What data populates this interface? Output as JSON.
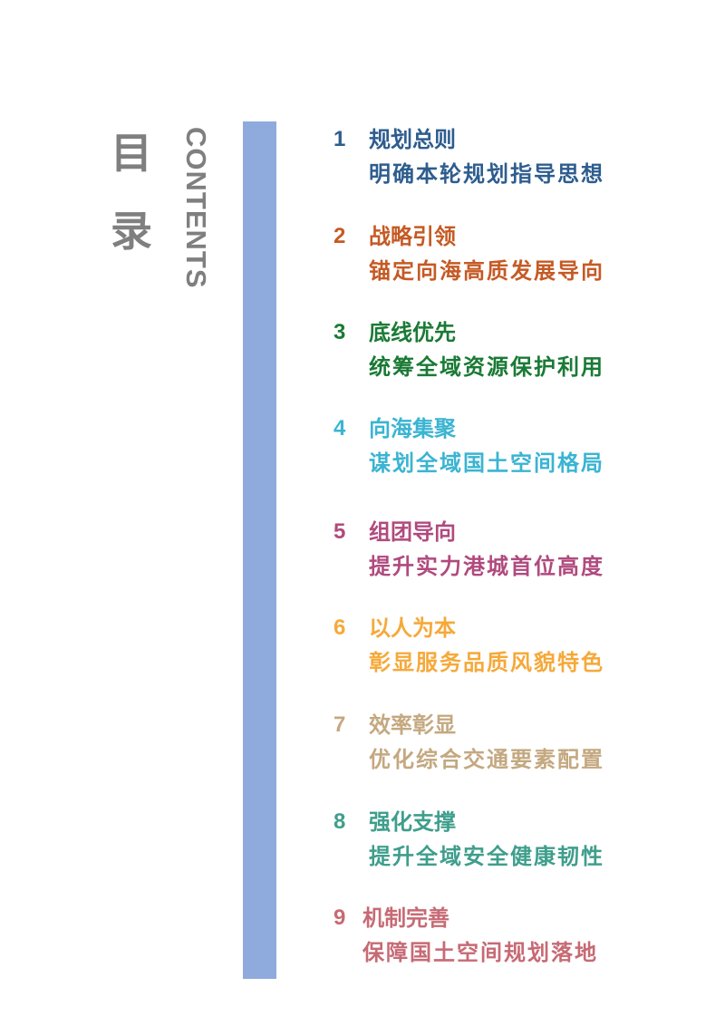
{
  "heading": {
    "cn_char_1": "目",
    "cn_char_2": "录",
    "en": "CONTENTS"
  },
  "accent_bar_color": "#8faadc",
  "items": [
    {
      "number": "1",
      "title": "规划总则",
      "subtitle": "明确本轮规划指导思想",
      "color": "#2e5d8e"
    },
    {
      "number": "2",
      "title": "战略引领",
      "subtitle": "锚定向海高质发展导向",
      "color": "#c55a25"
    },
    {
      "number": "3",
      "title": "底线优先",
      "subtitle": "统筹全域资源保护利用",
      "color": "#1a7a35"
    },
    {
      "number": "4",
      "title": "向海集聚",
      "subtitle": "谋划全域国土空间格局",
      "color": "#3bb4d2"
    },
    {
      "number": "5",
      "title": "组团导向",
      "subtitle": "提升实力港城首位高度",
      "color": "#b04a7e"
    },
    {
      "number": "6",
      "title": "以人为本",
      "subtitle": "彰显服务品质风貌特色",
      "color": "#f5a93a"
    },
    {
      "number": "7",
      "title": "效率彰显",
      "subtitle": "优化综合交通要素配置",
      "color": "#c4a880"
    },
    {
      "number": "8",
      "title": "强化支撑",
      "subtitle": "提升全域安全健康韧性",
      "color": "#3f9e8c"
    },
    {
      "number": "9",
      "title": "机制完善",
      "subtitle": "保障国土空间规划落地",
      "color": "#c76a74"
    }
  ]
}
